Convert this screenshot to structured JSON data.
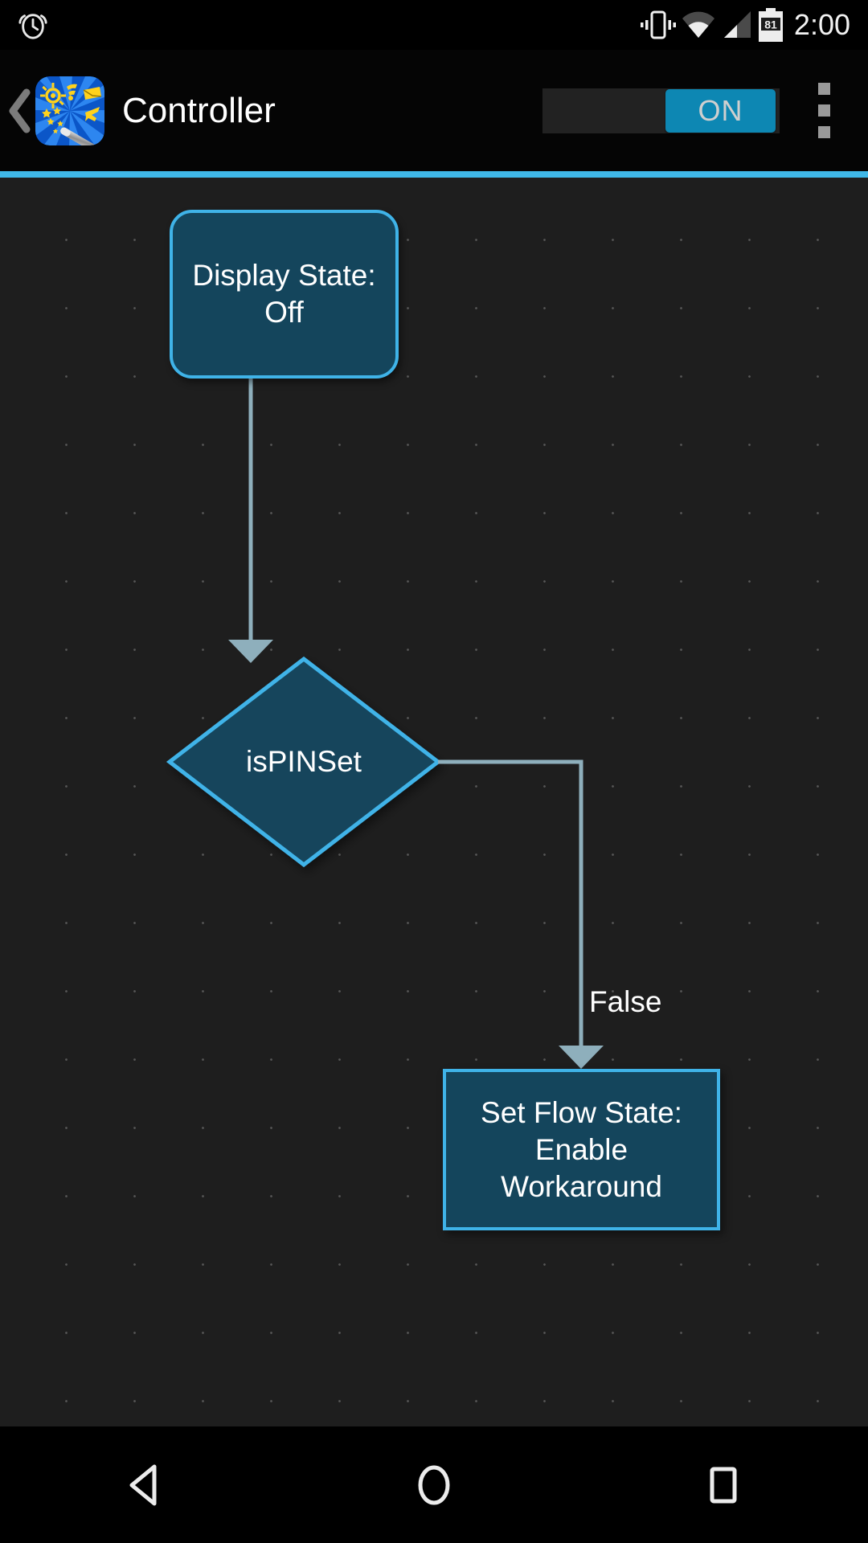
{
  "status_bar": {
    "clock": "2:00",
    "battery_level": "81",
    "icons": [
      "alarm-icon",
      "vibrate-icon",
      "wifi-icon",
      "signal-icon",
      "battery-icon"
    ]
  },
  "app_bar": {
    "back_label": "❮",
    "app_icon_name": "tasker-app-icon",
    "title": "Controller",
    "toggle": {
      "state_label": "ON",
      "enabled": true,
      "accent_color": "#0d87b3",
      "track_color": "#222222"
    },
    "overflow_label": "⋮",
    "divider_color": "#3fb8e8"
  },
  "canvas": {
    "background_color": "#1e1e1e",
    "grid": "dots",
    "node_fill": "#14455c",
    "node_border": "#3fb3e8",
    "edge_color": "#8eafbc"
  },
  "flow": {
    "nodes": [
      {
        "id": "display-state",
        "shape": "rounded-rect",
        "label": "Display State: Off"
      },
      {
        "id": "is-pin-set",
        "shape": "diamond",
        "label": "isPINSet"
      },
      {
        "id": "set-flow-state",
        "shape": "rect",
        "label": "Set Flow State:\nEnable\nWorkaround",
        "line1": "Set Flow State:",
        "line2": "Enable",
        "line3": "Workaround"
      }
    ],
    "edges": [
      {
        "from": "display-state",
        "to": "is-pin-set",
        "label": ""
      },
      {
        "from": "is-pin-set",
        "to": "set-flow-state",
        "label": "False"
      }
    ]
  },
  "nav_bar": {
    "back_label": "back-icon",
    "home_label": "home-icon",
    "recents_label": "recents-icon"
  }
}
